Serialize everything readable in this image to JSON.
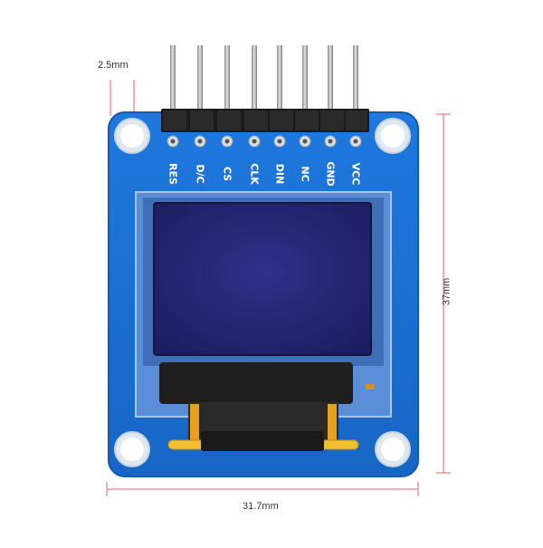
{
  "dimensions": {
    "pin_spacing": "2.5mm",
    "board_width": "31.7mm",
    "board_height": "37mm"
  },
  "pins": [
    "RES",
    "D/C",
    "CS",
    "CLK",
    "DIN",
    "NC",
    "GND",
    "VCC"
  ],
  "colors": {
    "pcb": "#1a6fd4",
    "pcb_edge": "#1459b0",
    "screen": "#2a2a7a",
    "pin_metal": "#b8b8b8",
    "header": "#1a1a1a",
    "flex": "#e8a020",
    "dimension_line": "#e0606a"
  }
}
